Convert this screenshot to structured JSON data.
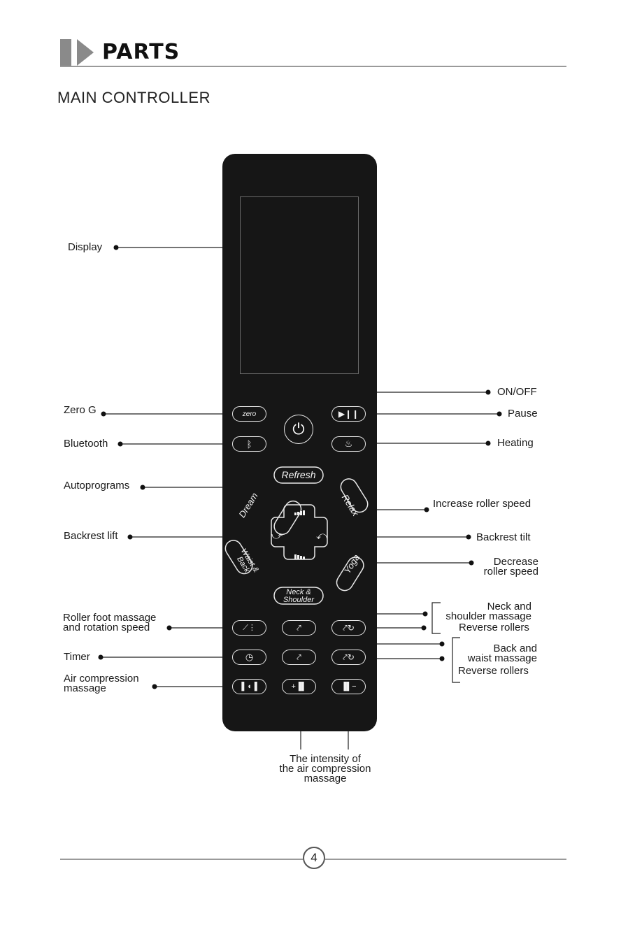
{
  "header": {
    "title": "PARTS"
  },
  "section": {
    "title": "MAIN CONTROLLER"
  },
  "remote_buttons": {
    "zero_g": "zero",
    "refresh": "Refresh",
    "dream": "Dream",
    "relax": "Relax",
    "waist_back_1": "Waist &",
    "waist_back_2": "Back",
    "yoga": "Yoga",
    "neck_shoulder_1": "Neck &",
    "neck_shoulder_2": "Shoulder"
  },
  "labels_left": {
    "display": "Display",
    "zero_g": "Zero G",
    "bluetooth": "Bluetooth",
    "autoprograms": "Autoprograms",
    "backrest_lift": "Backrest lift",
    "roller_foot_1": "Roller foot massage",
    "roller_foot_2": "and rotation speed",
    "timer": "Timer",
    "air_compression_1": "Air compression",
    "air_compression_2": "massage"
  },
  "labels_right": {
    "on_off": "ON/OFF",
    "pause": "Pause",
    "heating": "Heating",
    "increase_roller": "Increase roller speed",
    "backrest_tilt": "Backrest tilt",
    "decrease_roller_1": "Decrease",
    "decrease_roller_2": "roller speed",
    "neck_shoulder_1": "Neck and",
    "neck_shoulder_2": "shoulder massage",
    "reverse_rollers_1": "Reverse rollers",
    "back_waist_1": "Back and",
    "back_waist_2": "waist massage",
    "reverse_rollers_2": "Reverse rollers"
  },
  "labels_bottom": {
    "intensity_1": "The intensity of",
    "intensity_2": "the air compression",
    "intensity_3": "massage"
  },
  "footer": {
    "page_number": "4"
  }
}
